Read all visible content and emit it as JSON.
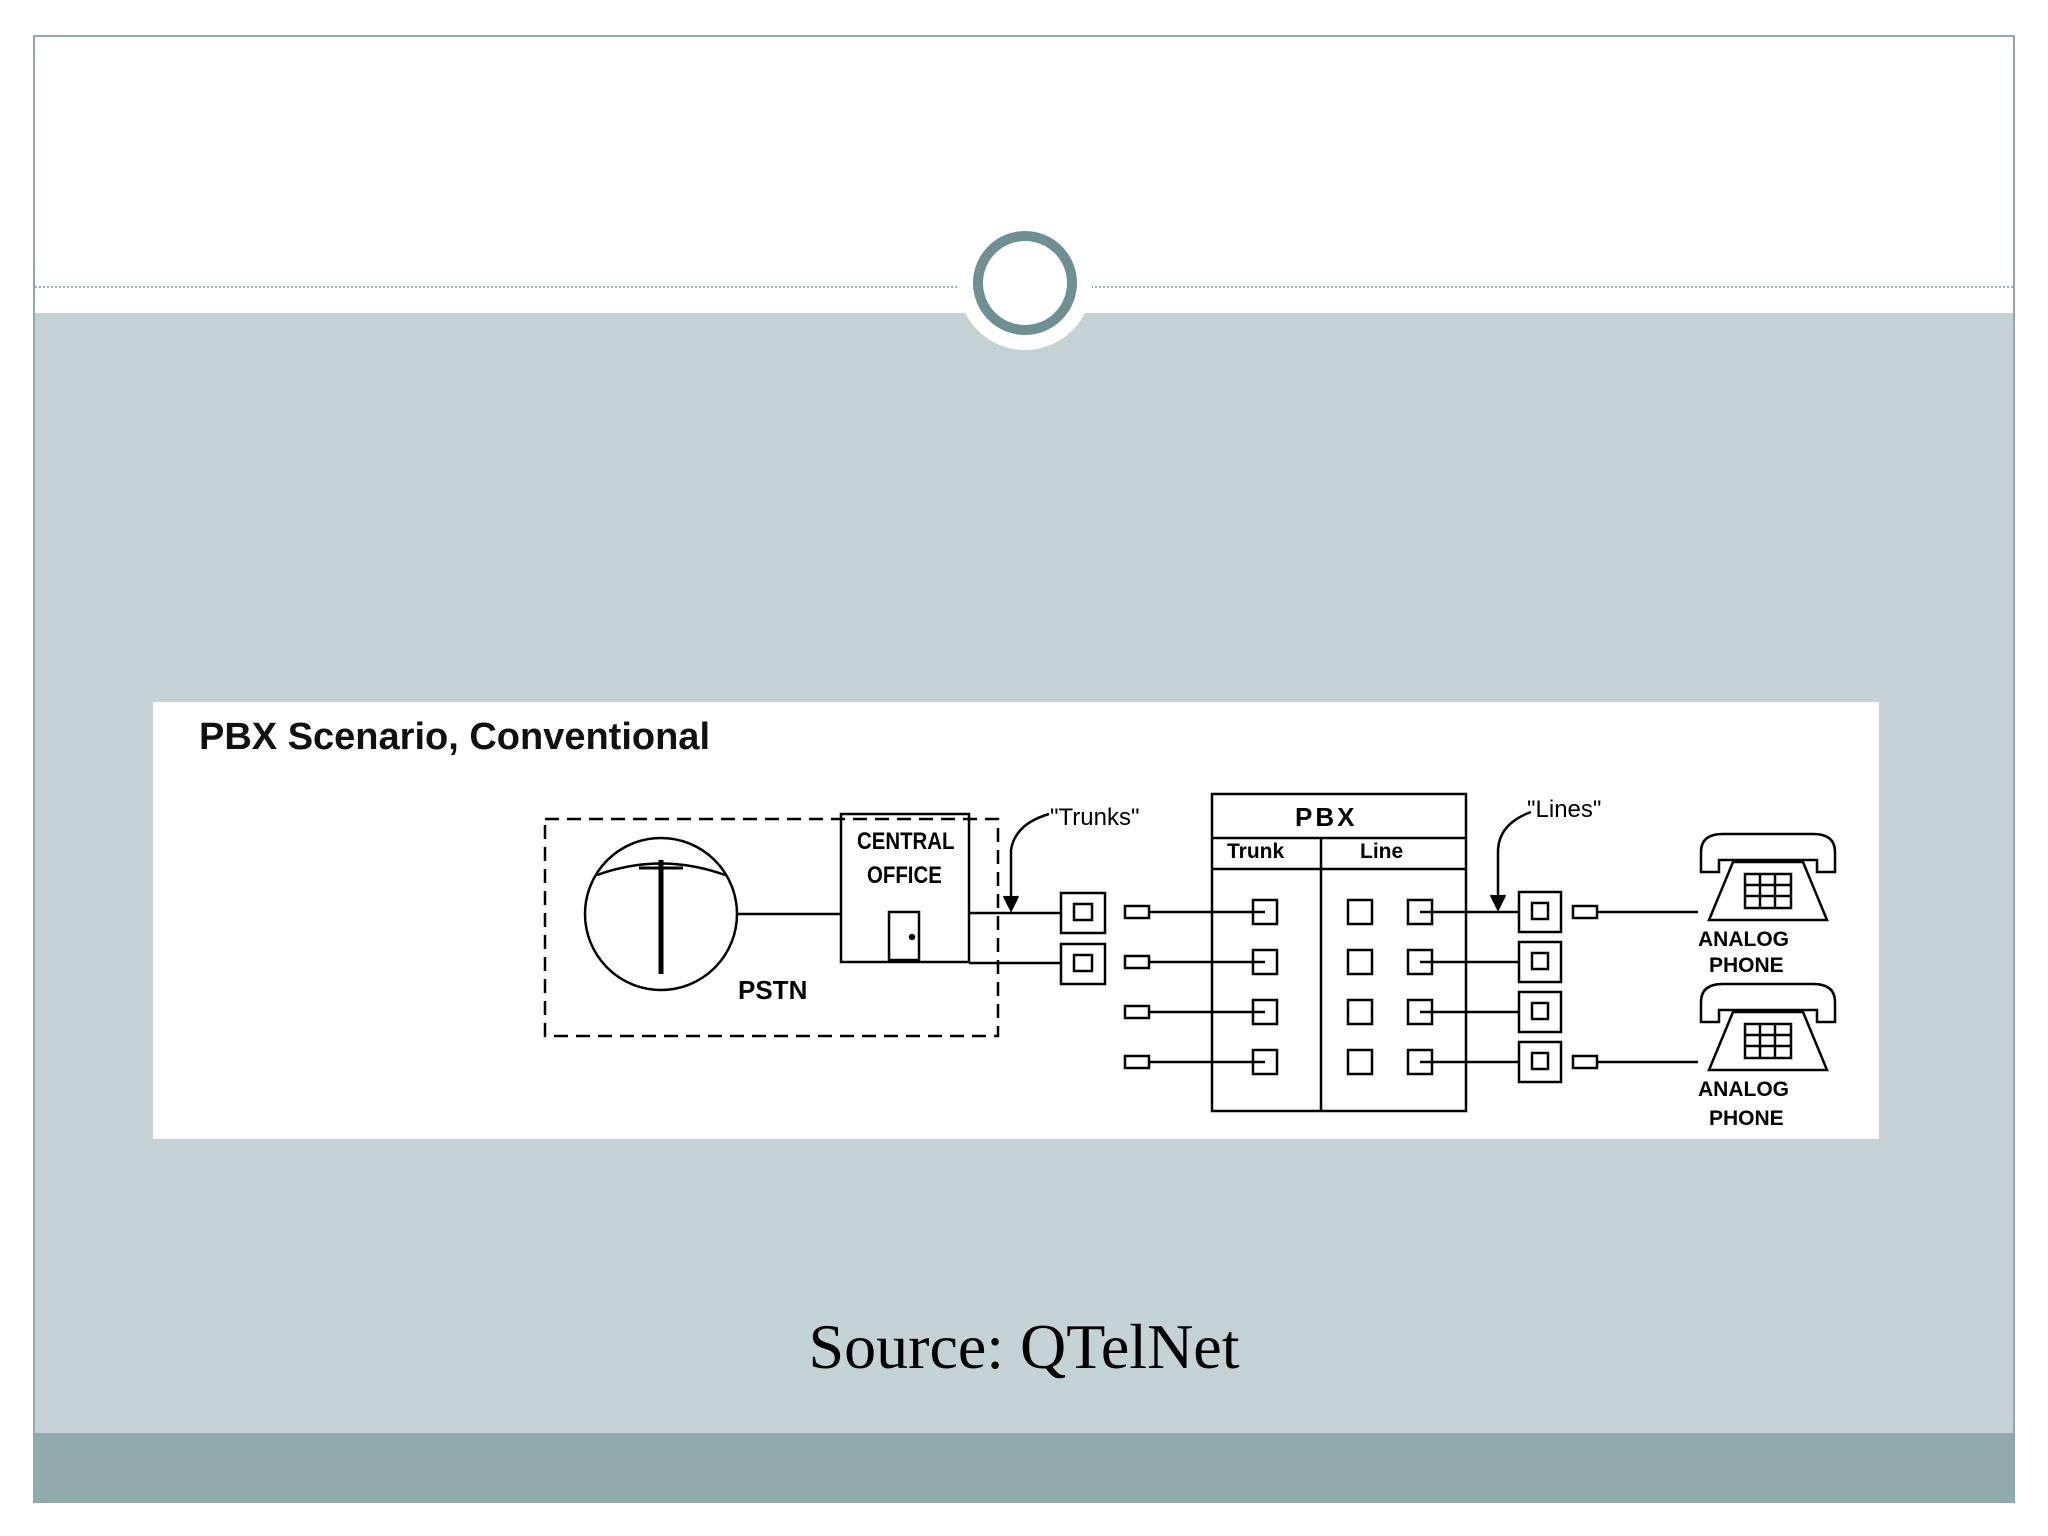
{
  "slide": {
    "colors": {
      "frame": "#8fa9ab",
      "body": "#c4d1d5",
      "footer": "#8fabad",
      "ring": "#6f9093"
    },
    "decor_icon": "ring-icon"
  },
  "figure": {
    "title": "PBX Scenario, Conventional",
    "labels": {
      "central_office_line1": "CENTRAL",
      "central_office_line2": "OFFICE",
      "pstn": "PSTN",
      "trunks": "\"Trunks\"",
      "lines": "\"Lines\"",
      "pbx": "PBX",
      "pbx_trunk": "Trunk",
      "pbx_line": "Line",
      "phone1_line1": "ANALOG",
      "phone1_line2": "PHONE",
      "phone2_line1": "ANALOG",
      "phone2_line2": "PHONE"
    },
    "icons": [
      "pstn-globe-icon",
      "building-icon",
      "jack-icon",
      "plug-icon",
      "phone-icon"
    ]
  },
  "caption": "Source: QTelNet"
}
